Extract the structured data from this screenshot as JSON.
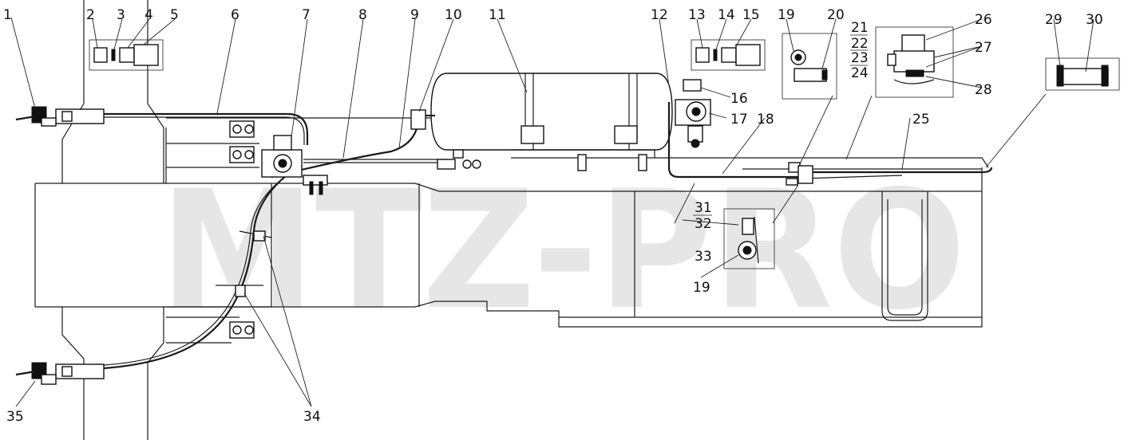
{
  "watermark": "MTZ-PRO",
  "callouts": [
    {
      "id": "c1",
      "text": "1"
    },
    {
      "id": "c2",
      "text": "2"
    },
    {
      "id": "c3",
      "text": "3"
    },
    {
      "id": "c4",
      "text": "4"
    },
    {
      "id": "c5",
      "text": "5"
    },
    {
      "id": "c6",
      "text": "6"
    },
    {
      "id": "c7",
      "text": "7"
    },
    {
      "id": "c8",
      "text": "8"
    },
    {
      "id": "c9",
      "text": "9"
    },
    {
      "id": "c10",
      "text": "10"
    },
    {
      "id": "c11",
      "text": "11"
    },
    {
      "id": "c12",
      "text": "12"
    },
    {
      "id": "c13",
      "text": "13"
    },
    {
      "id": "c14",
      "text": "14"
    },
    {
      "id": "c15",
      "text": "15"
    },
    {
      "id": "c16",
      "text": "16"
    },
    {
      "id": "c17",
      "text": "17"
    },
    {
      "id": "c18",
      "text": "18"
    },
    {
      "id": "c19a",
      "text": "19"
    },
    {
      "id": "c20",
      "text": "20"
    },
    {
      "id": "c21",
      "text": "21"
    },
    {
      "id": "c22",
      "text": "22"
    },
    {
      "id": "c23",
      "text": "23"
    },
    {
      "id": "c24",
      "text": "24"
    },
    {
      "id": "c25",
      "text": "25"
    },
    {
      "id": "c26",
      "text": "26"
    },
    {
      "id": "c27",
      "text": "27"
    },
    {
      "id": "c28",
      "text": "28"
    },
    {
      "id": "c29",
      "text": "29"
    },
    {
      "id": "c30",
      "text": "30"
    },
    {
      "id": "c31",
      "text": "31"
    },
    {
      "id": "c32",
      "text": "32"
    },
    {
      "id": "c33",
      "text": "33"
    },
    {
      "id": "c19b",
      "text": "19"
    },
    {
      "id": "c34",
      "text": "34"
    },
    {
      "id": "c35",
      "text": "35"
    }
  ]
}
